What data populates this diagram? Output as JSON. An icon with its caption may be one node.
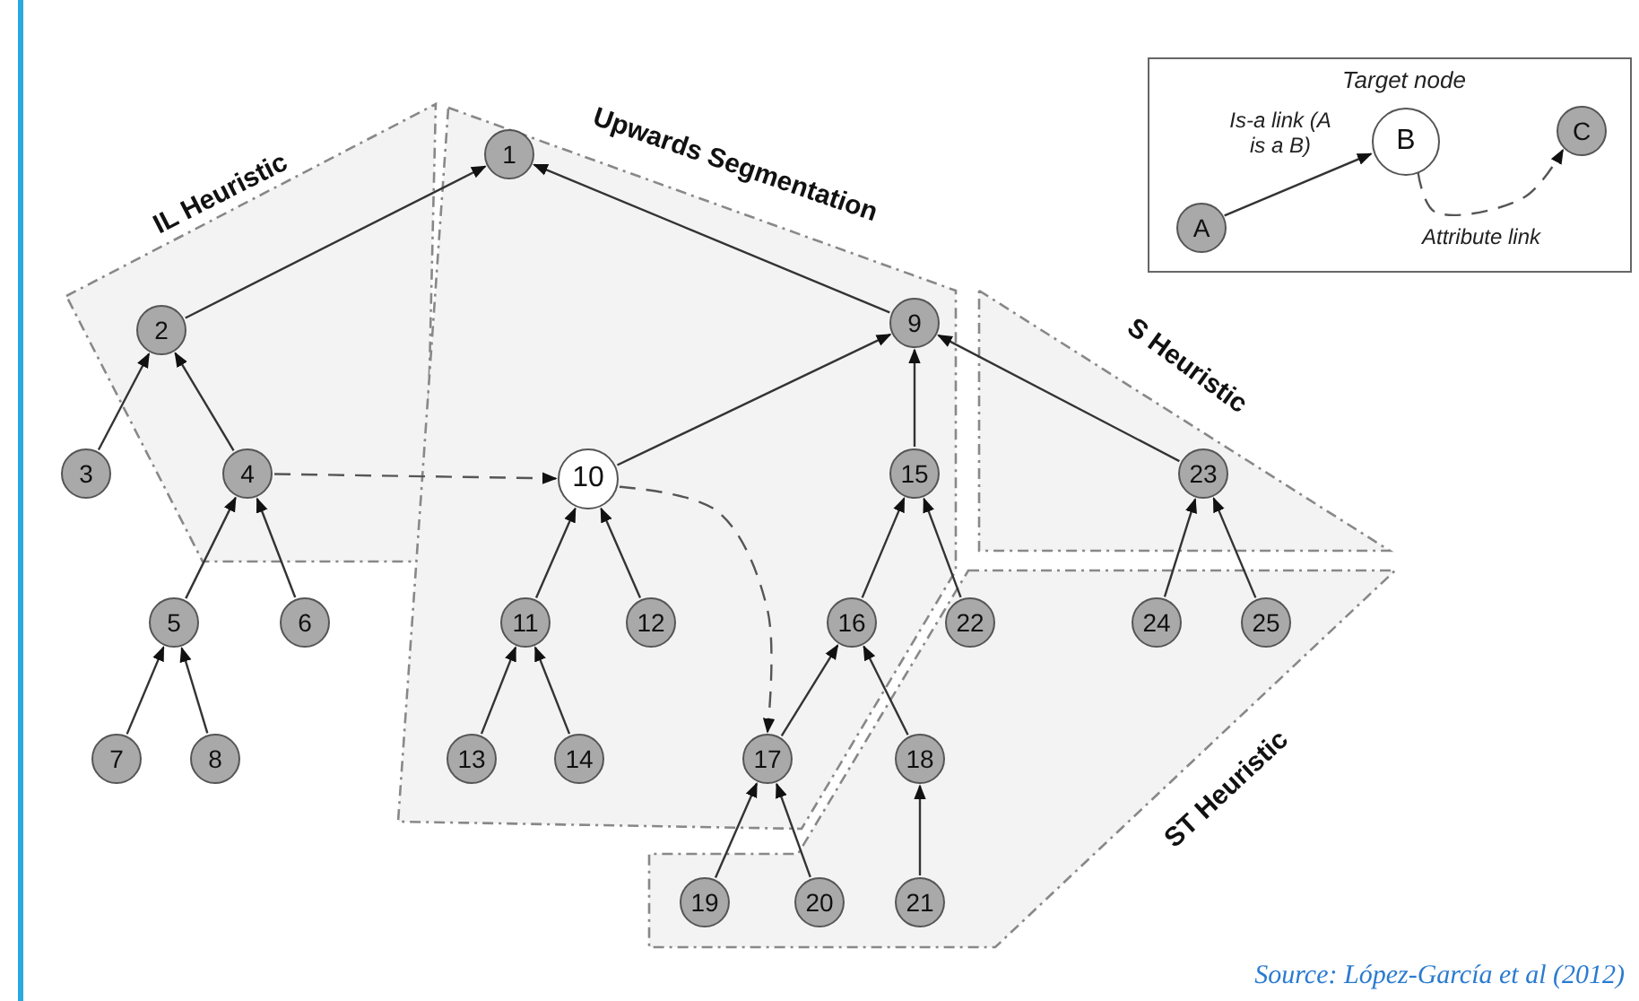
{
  "diagram": {
    "caption": "Source: López-García et al (2012)",
    "nodes": [
      {
        "text": [
          "IL Heuristic"
        ]
      },
      {
        "text": [
          "Upwards Segmentation"
        ]
      },
      {
        "text": [
          "S Heuristic"
        ]
      },
      {
        "text": [
          "ST Heuristic"
        ]
      },
      {
        "text": [
          "1"
        ],
        "in": 1
      },
      {
        "text": [
          "2"
        ],
        "in": 0
      },
      {
        "text": [
          "3"
        ],
        "in": 0
      },
      {
        "text": [
          "4"
        ],
        "in": 0
      },
      {
        "text": [
          "5"
        ]
      },
      {
        "text": [
          "6"
        ]
      },
      {
        "text": [
          "7"
        ]
      },
      {
        "text": [
          "8"
        ]
      },
      {
        "text": [
          "9"
        ],
        "in": 1
      },
      {
        "text": [
          "10"
        ],
        "in": 1
      },
      {
        "text": [
          "11"
        ],
        "in": 1
      },
      {
        "text": [
          "12"
        ],
        "in": 1
      },
      {
        "text": [
          "13"
        ],
        "in": 1
      },
      {
        "text": [
          "14"
        ],
        "in": 1
      },
      {
        "text": [
          "15"
        ],
        "in": 1
      },
      {
        "text": [
          "16"
        ],
        "in": 1
      },
      {
        "text": [
          "17"
        ],
        "in": 1
      },
      {
        "text": [
          "18"
        ],
        "in": 3
      },
      {
        "text": [
          "19"
        ],
        "in": 3
      },
      {
        "text": [
          "20"
        ],
        "in": 3
      },
      {
        "text": [
          "21"
        ],
        "in": 3
      },
      {
        "text": [
          "22"
        ],
        "in": 3
      },
      {
        "text": [
          "23"
        ],
        "in": 2
      },
      {
        "text": [
          "24"
        ],
        "in": 3
      },
      {
        "text": [
          "25"
        ],
        "in": 3
      },
      {
        "text": [],
        "shape": "box"
      },
      {
        "text": [
          "A"
        ],
        "in": 29
      },
      {
        "text": [
          "B"
        ],
        "in": 29,
        "beside": [
          "Target node"
        ]
      },
      {
        "text": [
          "C"
        ],
        "in": 29
      }
    ],
    "edges": [
      {
        "from": 5,
        "to": 4,
        "arrow": "to"
      },
      {
        "from": 12,
        "to": 4,
        "arrow": "to"
      },
      {
        "from": 6,
        "to": 5,
        "arrow": "to"
      },
      {
        "from": 7,
        "to": 5,
        "arrow": "to"
      },
      {
        "from": 8,
        "to": 7,
        "arrow": "to"
      },
      {
        "from": 9,
        "to": 7,
        "arrow": "to"
      },
      {
        "from": 10,
        "to": 8,
        "arrow": "to"
      },
      {
        "from": 11,
        "to": 8,
        "arrow": "to"
      },
      {
        "from": 13,
        "to": 12,
        "arrow": "to"
      },
      {
        "from": 18,
        "to": 12,
        "arrow": "to"
      },
      {
        "from": 26,
        "to": 12,
        "arrow": "to"
      },
      {
        "from": 14,
        "to": 13,
        "arrow": "to"
      },
      {
        "from": 15,
        "to": 13,
        "arrow": "to"
      },
      {
        "from": 16,
        "to": 14,
        "arrow": "to"
      },
      {
        "from": 17,
        "to": 14,
        "arrow": "to"
      },
      {
        "from": 19,
        "to": 18,
        "arrow": "to"
      },
      {
        "from": 25,
        "to": 18,
        "arrow": "to"
      },
      {
        "from": 20,
        "to": 19,
        "arrow": "to"
      },
      {
        "from": 21,
        "to": 19,
        "arrow": "to"
      },
      {
        "from": 22,
        "to": 20,
        "arrow": "to"
      },
      {
        "from": 23,
        "to": 20,
        "arrow": "to"
      },
      {
        "from": 24,
        "to": 21,
        "arrow": "to"
      },
      {
        "from": 27,
        "to": 26,
        "arrow": "to"
      },
      {
        "from": 28,
        "to": 26,
        "arrow": "to"
      },
      {
        "from": 7,
        "to": 13,
        "arrow": "to",
        "style": "dashed"
      },
      {
        "from": 13,
        "to": 20,
        "arrow": "to",
        "style": "dashed"
      },
      {
        "from": 30,
        "to": 31,
        "arrow": "to",
        "label": "Is-a link (A is a B)"
      },
      {
        "from": 31,
        "to": 32,
        "arrow": "to",
        "label": "Attribute link",
        "style": "dashed"
      }
    ]
  }
}
